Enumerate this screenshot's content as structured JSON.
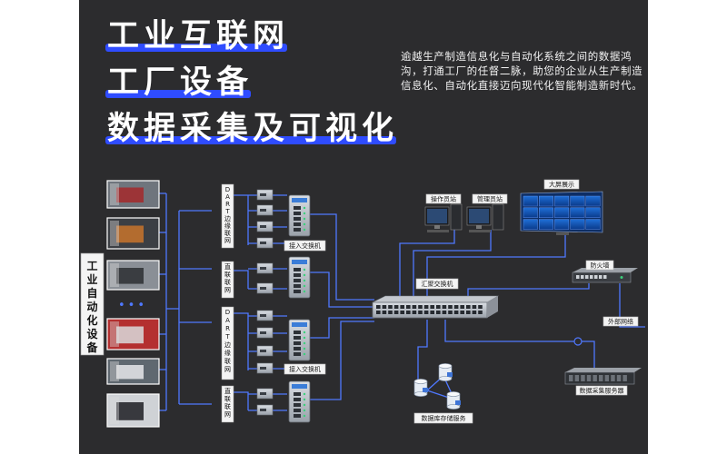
{
  "title_lines": [
    "工业互联网",
    "工厂设备",
    "数据采集及可视化"
  ],
  "description": "逾越生产制造信息化与自动化系统之间的数据鸿沟，打通工厂的任督二脉，助您的企业从生产制造信息化、自动化直接迈向现代化智能制造新时代。",
  "left_label": "工业自动化设备",
  "ellipsis": "•••",
  "groups": [
    {
      "label": "DART边缘联网"
    },
    {
      "label": "直联联网"
    },
    {
      "label": "DART边缘联网"
    },
    {
      "label": "直联联网"
    }
  ],
  "access_switch_label": "接入交换机",
  "core_switch_label": "汇聚交换机",
  "ops_station_label": "操作员站",
  "mgmt_station_label": "管理员站",
  "big_screen_label": "大屏展示",
  "firewall_label": "防火墙",
  "external_network_label": "外部网络",
  "collector_server_label": "数据采集服务器",
  "db_storage_label": "数据库存储服务",
  "colors": {
    "background": "#2c2c2e",
    "highlight": "#2f4cff",
    "line": "#4f78ff"
  }
}
